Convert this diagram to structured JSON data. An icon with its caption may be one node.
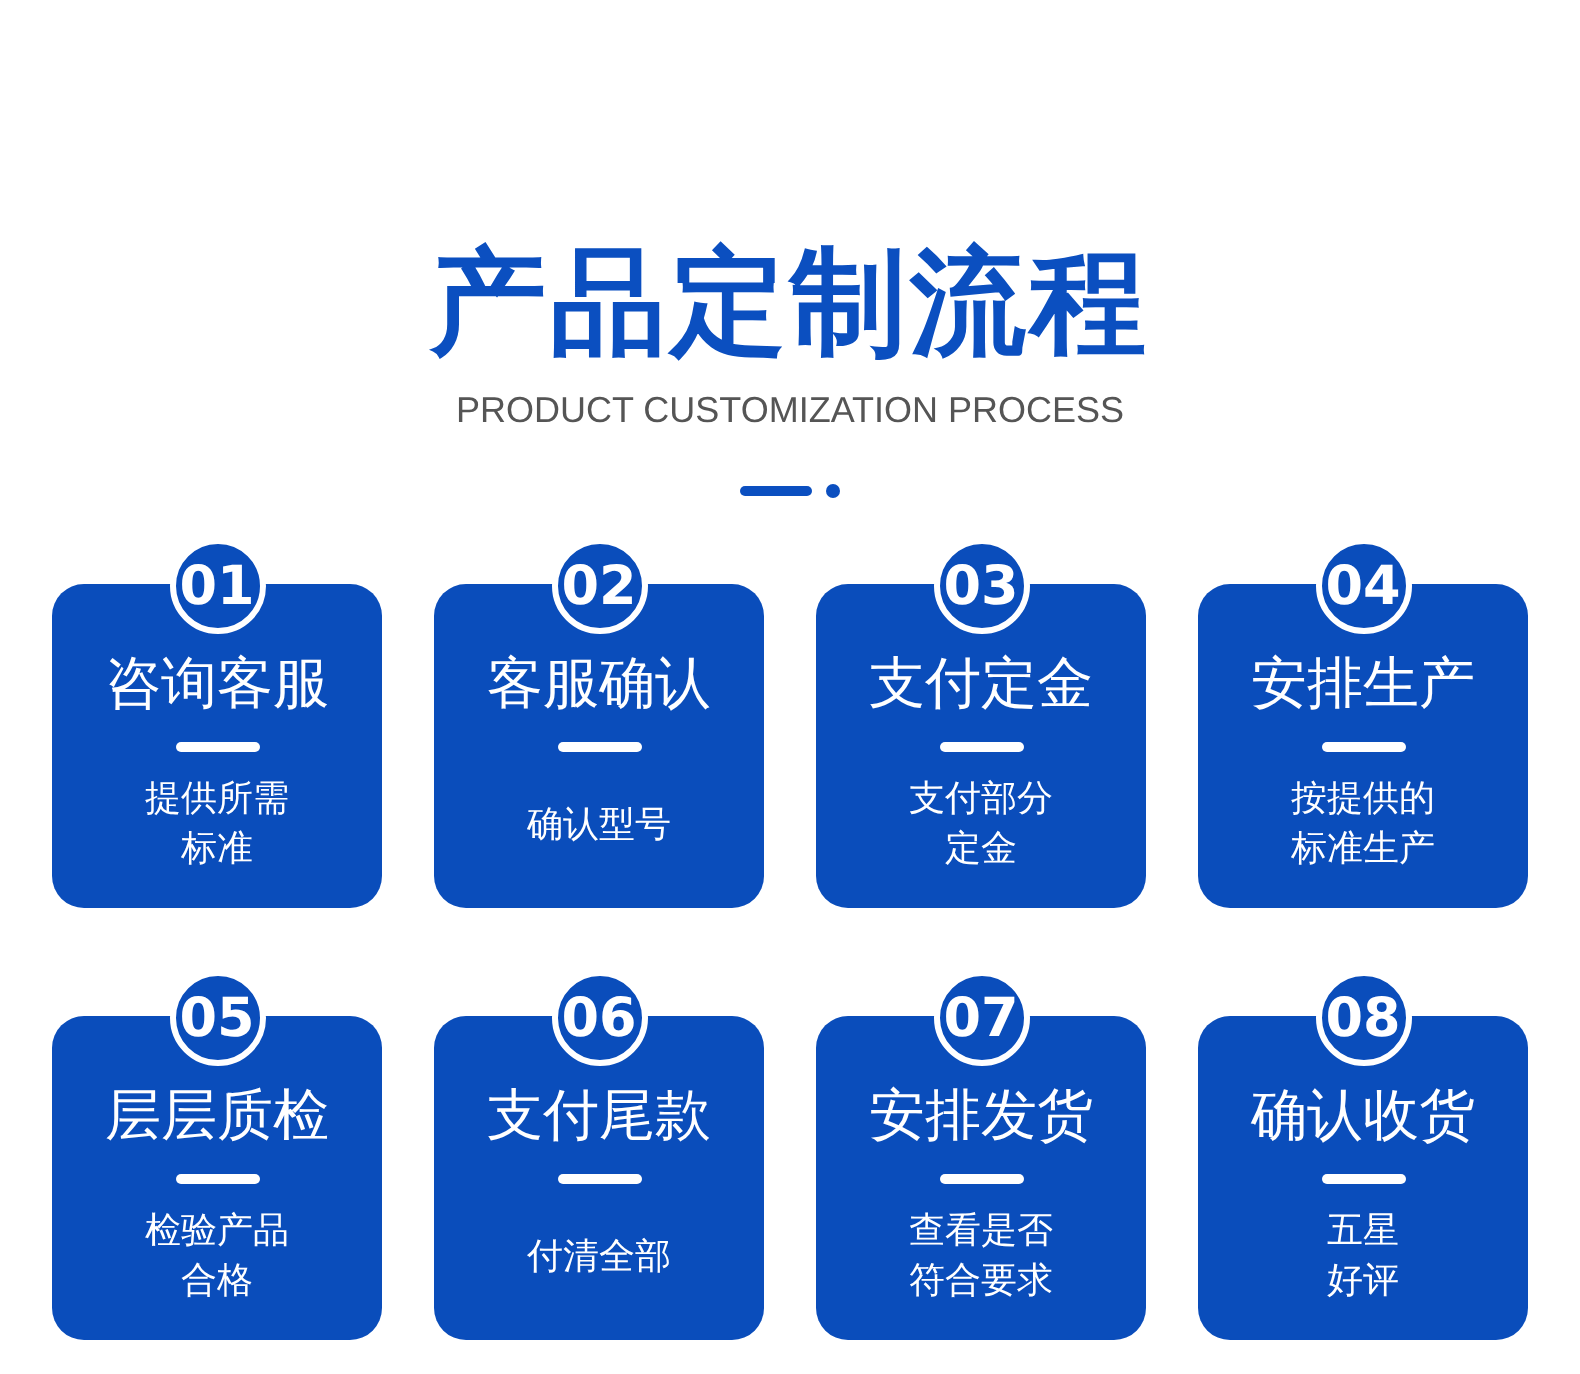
{
  "diagram": {
    "title": "产品定制流程",
    "nodes": [
      {
        "text": [
          "01"
        ]
      },
      {
        "text": [
          "咨询客服",
          "提供所需标准"
        ]
      },
      {
        "text": [
          "02"
        ]
      },
      {
        "text": [
          "客服确认",
          "确认型号"
        ]
      },
      {
        "text": [
          "03"
        ]
      },
      {
        "text": [
          "支付定金",
          "支付部分定金"
        ]
      },
      {
        "text": [
          "04"
        ]
      },
      {
        "text": [
          "安排生产",
          "按提供的标准生产"
        ]
      },
      {
        "text": [
          "05"
        ]
      },
      {
        "text": [
          "层层质检",
          "检验产品合格"
        ]
      },
      {
        "text": [
          "06"
        ]
      },
      {
        "text": [
          "支付尾款",
          "付清全部"
        ]
      },
      {
        "text": [
          "07"
        ]
      },
      {
        "text": [
          "安排发货",
          "查看是否符合要求"
        ]
      },
      {
        "text": [
          "08"
        ]
      },
      {
        "text": [
          "确认收货",
          "五星好评"
        ]
      }
    ],
    "labels": [
      "PRODUCT CUSTOMIZATION PROCESS"
    ]
  }
}
